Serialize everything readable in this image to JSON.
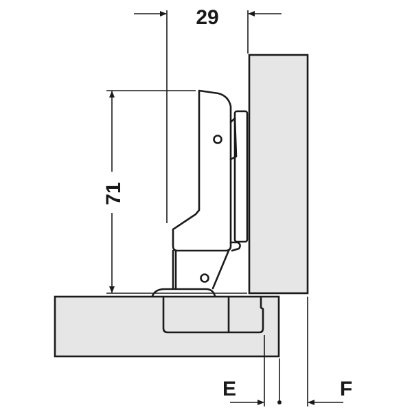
{
  "diagram": {
    "dimensions": {
      "width_label": "29",
      "height_label": "71",
      "e_label": "E",
      "f_label": "F"
    },
    "colors": {
      "panel_fill": "#e6e6e6",
      "line": "#1a1a1a"
    }
  }
}
